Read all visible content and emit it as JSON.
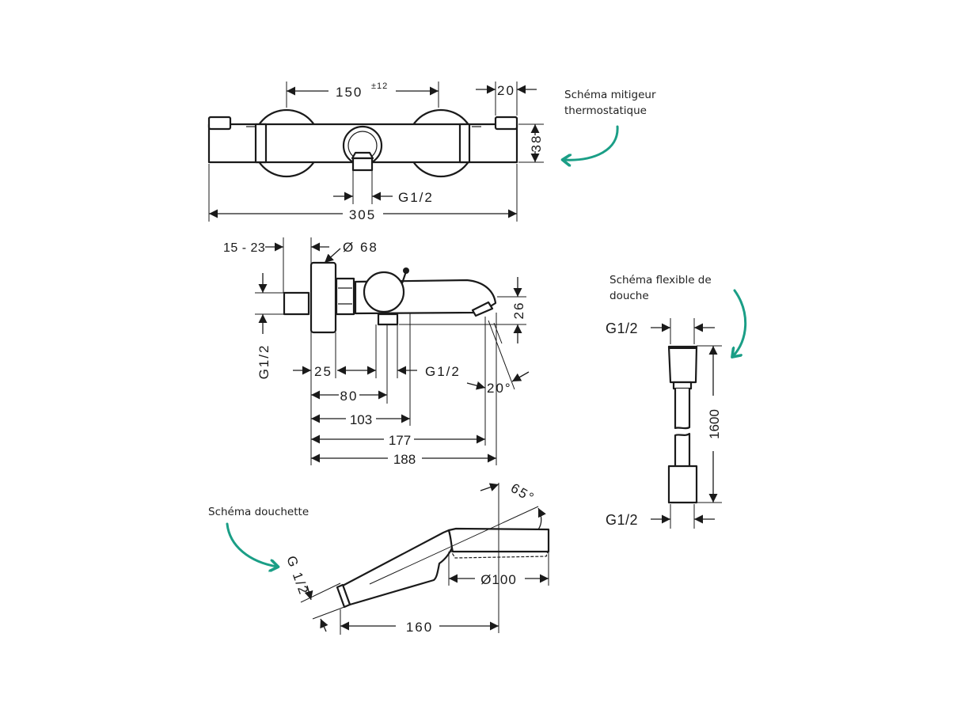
{
  "annotations": {
    "mixer": [
      "Schéma mitigeur",
      "thermostatique"
    ],
    "hose": [
      "Schéma flexible de",
      "douche"
    ],
    "handshower": "Schéma douchette"
  },
  "top_view": {
    "spacing": "150",
    "spacing_tolerance": "±12",
    "cap_width": "20",
    "height": "38",
    "outlet_thread": "G1/2",
    "total_width": "305"
  },
  "side_view": {
    "wall_range": "15 - 23",
    "flange_diameter": "Ø 68",
    "inlet_thread": "G1/2",
    "d25": "25",
    "outlet_thread": "G1/2",
    "spout_height": "26",
    "angle": "20°",
    "d80": "80",
    "d103": "103",
    "d177": "177",
    "d188": "188"
  },
  "hose": {
    "top_thread": "G1/2",
    "length": "1600",
    "bottom_thread": "G1/2"
  },
  "handshower": {
    "thread": "G 1/2",
    "angle": "65°",
    "head_diameter": "Ø100",
    "length": "160"
  },
  "colors": {
    "accent": "#1a9e86",
    "line": "#1a1a1a"
  }
}
